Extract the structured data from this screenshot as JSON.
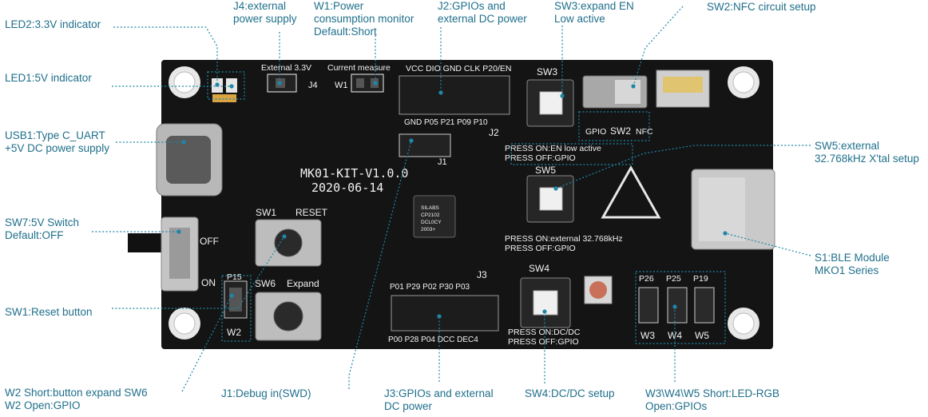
{
  "callouts": [
    {
      "id": "led2",
      "text": "LED2:3.3V indicator"
    },
    {
      "id": "led1",
      "text": "LED1:5V indicator"
    },
    {
      "id": "usb1",
      "text": "USB1:Type C_UART\n+5V DC power supply"
    },
    {
      "id": "sw7",
      "text": "SW7:5V Switch\nDefault:OFF"
    },
    {
      "id": "sw1",
      "text": "SW1:Reset button"
    },
    {
      "id": "w2",
      "text": "W2 Short:button expand SW6\nW2 Open:GPIO"
    },
    {
      "id": "j4",
      "text": "J4:external\npower supply"
    },
    {
      "id": "w1",
      "text": "W1:Power\nconsumption monitor\nDefault:Short"
    },
    {
      "id": "j2",
      "text": "J2:GPIOs and\nexternal DC power"
    },
    {
      "id": "sw3",
      "text": "SW3:expand EN\nLow active"
    },
    {
      "id": "sw2",
      "text": "SW2:NFC circuit setup"
    },
    {
      "id": "sw5",
      "text": "SW5:external\n32.768kHz X'tal setup"
    },
    {
      "id": "s1",
      "text": "S1:BLE Module\nMKO1 Series"
    },
    {
      "id": "j1",
      "text": "J1:Debug in(SWD)"
    },
    {
      "id": "j3",
      "text": "J3:GPIOs and external\nDC power"
    },
    {
      "id": "sw4",
      "text": "SW4:DC/DC setup"
    },
    {
      "id": "w345",
      "text": "W3\\W4\\W5 Short:LED-RGB\nOpen:GPIOs"
    }
  ],
  "silkscreen": {
    "board_name": "MK01-KIT-V1.0.0",
    "board_date": "2020-06-14",
    "external_33v": "External 3.3V",
    "current_measure": "Current measure",
    "j4": "J4",
    "w1": "W1",
    "j2_top_pins": "VCC DIO GND CLK P20/EN",
    "j2_bottom_pins": "GND P05 P21 P09 P10",
    "j2": "J2",
    "j1": "J1",
    "sw3": "SW3",
    "sw2_left": "GPIO",
    "sw2": "SW2",
    "sw2_right": "NFC",
    "sw5_on": "PRESS ON:EN low active",
    "sw5_off": "PRESS OFF:GPIO",
    "sw5": "SW5",
    "xtal_on": "PRESS ON:external 32.768kHz",
    "xtal_off": "PRESS OFF:GPIO",
    "sw1": "SW1",
    "reset": "RESET",
    "off": "OFF",
    "on": "ON",
    "p15": "P15",
    "sw6": "SW6",
    "expand": "Expand",
    "w2": "W2",
    "j3": "J3",
    "j3_top_pins": "P01 P29 P02 P30 P03",
    "j3_bottom_pins": "P00 P28 P04 DCC DEC4",
    "sw4": "SW4",
    "dc_on": "PRESS ON:DC/DC",
    "dc_off": "PRESS OFF:GPIO",
    "p26": "P26",
    "p25": "P25",
    "p19": "P19",
    "w3": "W3",
    "w4": "W4",
    "w5": "W5",
    "chip": "SILABS\nCP2102\nDCL0CY\n2003+"
  },
  "colors": {
    "board": "#141414",
    "callout_text": "#1f6f8b",
    "leader": "#1f86a8",
    "silkscreen": "#f2f2f2"
  }
}
